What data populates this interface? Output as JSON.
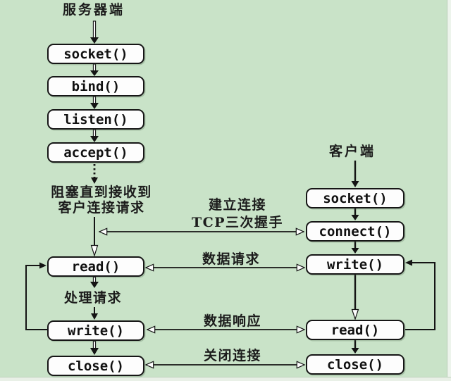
{
  "canvas": {
    "bg_color": "#c9e3c8",
    "box_bg_color": "#fdfdfd",
    "line_color": "#141414"
  },
  "server": {
    "title": "服务器端",
    "socket": "socket()",
    "bind": "bind()",
    "listen": "listen()",
    "accept": "accept()",
    "read": "read()",
    "write": "write()",
    "close": "close()",
    "blocking_note_line1": "阻塞直到接收到",
    "blocking_note_line2": "客户连接请求",
    "process_note": "处理请求"
  },
  "client": {
    "title": "客户端",
    "socket": "socket()",
    "connect": "connect()",
    "write": "write()",
    "read": "read()",
    "close": "close()"
  },
  "messages": {
    "establish_line1": "建立连接",
    "establish_line2": "TCP三次握手",
    "data_request": "数据请求",
    "data_response": "数据响应",
    "close_connection": "关闭连接"
  }
}
